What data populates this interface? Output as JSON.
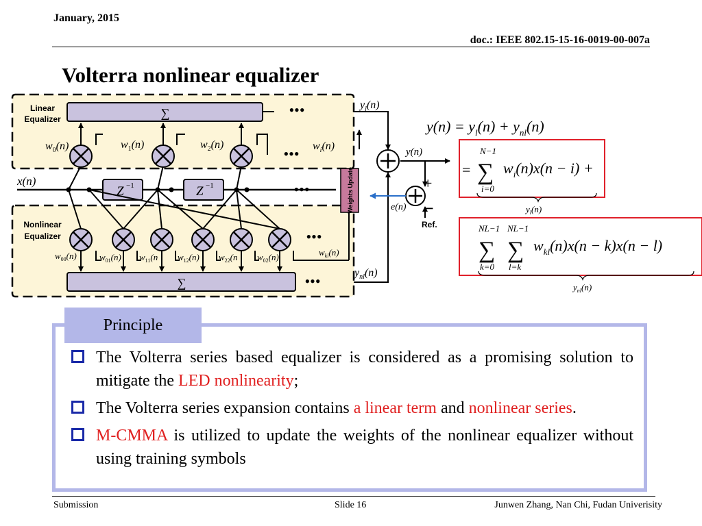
{
  "header": {
    "date": "January, 2015",
    "doc": "doc.: IEEE 802.15-15-16-0019-00-007a"
  },
  "title": "Volterra nonlinear equalizer",
  "diagram": {
    "linear_label_1": "Linear",
    "linear_label_2": "Equalizer",
    "nonlinear_label_1": "Nonlinear",
    "nonlinear_label_2": "Equalizer",
    "sum_symbol": "∑",
    "ellipsis": "•••",
    "x_label": "x(n)",
    "yl_label": "y",
    "yl_sub": "l",
    "ynl_label": "y",
    "ynl_sub": "nl",
    "n_arg": "(n)",
    "y_out": "y(n)",
    "e_label": "e(n)",
    "ref_label": "Ref.",
    "plus": "+",
    "minus": "−",
    "weights_update": "Weights Update",
    "z_delay": "Z",
    "z_exp": "−1",
    "linear_weights": [
      {
        "w": "w",
        "sub": "0",
        "arg": "(n)"
      },
      {
        "w": "w",
        "sub": "1",
        "arg": "(n)"
      },
      {
        "w": "w",
        "sub": "2",
        "arg": "(n)"
      },
      {
        "w": "w",
        "sub": "i",
        "arg": "(n)"
      }
    ],
    "nonlinear_weights": [
      {
        "w": "w",
        "sub": "00",
        "arg": "(n)"
      },
      {
        "w": "w",
        "sub": "01",
        "arg": "(n)"
      },
      {
        "w": "w",
        "sub": "11",
        "arg": "(n"
      },
      {
        "w": "w",
        "sub": "12",
        "arg": "(n)"
      },
      {
        "w": "w",
        "sub": "22",
        "arg": "(n"
      },
      {
        "w": "w",
        "sub": "02",
        "arg": "(n)"
      },
      {
        "w": "w",
        "sub": "kl",
        "arg": "(n)"
      }
    ]
  },
  "equations": {
    "main": "y(n) = y",
    "main_l": "l",
    "main_mid": "(n) + y",
    "main_nl": "nl",
    "main_end": "(n)",
    "lin_upper": "N−1",
    "lin_lower": "i=0",
    "lin_body": "w",
    "lin_sub": "i",
    "lin_rest": "(n)x(n − i) +",
    "lin_eq": "=",
    "lin_brace_label": "y",
    "lin_brace_sub": "l",
    "lin_brace_arg": "(n)",
    "nl_upper1": "NL−1",
    "nl_upper2": "NL−1",
    "nl_lower1": "k=0",
    "nl_lower2": "l=k",
    "nl_body": "w",
    "nl_sub": "kl",
    "nl_rest": "(n)x(n − k)x(n − l)",
    "nl_brace_label": "y",
    "nl_brace_sub": "nl",
    "nl_brace_arg": "(n)"
  },
  "principle": {
    "tab": "Principle",
    "bullet1_a": "The Volterra series based equalizer is considered as a promising solution to mitigate the ",
    "bullet1_red": "LED nonlinearity",
    "bullet1_b": ";",
    "bullet2_a": "The Volterra series expansion contains ",
    "bullet2_red1": "a linear term",
    "bullet2_b": " and ",
    "bullet2_red2": "nonlinear series",
    "bullet2_c": ".",
    "bullet3_red": "M-CMMA",
    "bullet3_a": " is utilized to update the weights of the nonlinear equalizer without using training symbols"
  },
  "footer": {
    "left": "Submission",
    "center": "Slide 16",
    "right": "Junwen Zhang, Nan Chi, Fudan Univerisity"
  },
  "colors": {
    "panel_fill": "#fdf5d8",
    "box_fill": "#c9c2de",
    "weights_fill": "#c77a9c",
    "blue_arrow": "#2a6fc9",
    "red_box": "#e0202a",
    "accent_red": "#e02020",
    "principle_tab": "#b3b7e8"
  }
}
